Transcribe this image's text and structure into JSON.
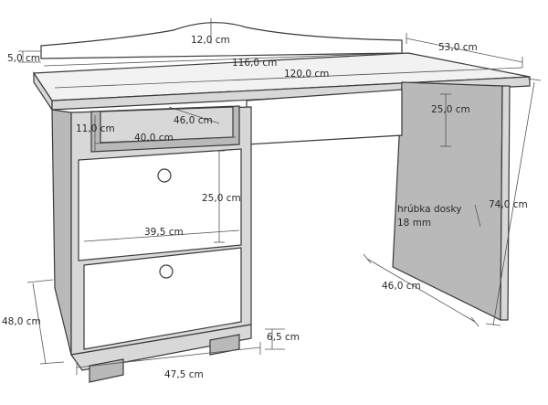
{
  "dimensions": {
    "top_rail_height": "12,0 cm",
    "top_thickness": "5,0 cm",
    "top_inner_width": "116,0 cm",
    "top_outer_width": "120,0 cm",
    "depth": "53,0 cm",
    "shelf_height": "11,0 cm",
    "shelf_depth": "46,0 cm",
    "shelf_width": "40,0 cm",
    "knee_panel_height": "25,0 cm",
    "drawer_height": "25,0 cm",
    "drawer_width": "39,5 cm",
    "total_height": "74,0 cm",
    "side_depth": "46,0 cm",
    "pedestal_height": "48,0 cm",
    "plinth_height": "6,5 cm",
    "pedestal_width": "47,5 cm"
  },
  "note": {
    "line1": "hrúbka dosky",
    "line2": "18 mm"
  },
  "colors": {
    "outline": "#3a3a3a",
    "light_face": "#f2f2f2",
    "mid_face": "#d8d8d8",
    "dark_face": "#b9b9b9"
  }
}
